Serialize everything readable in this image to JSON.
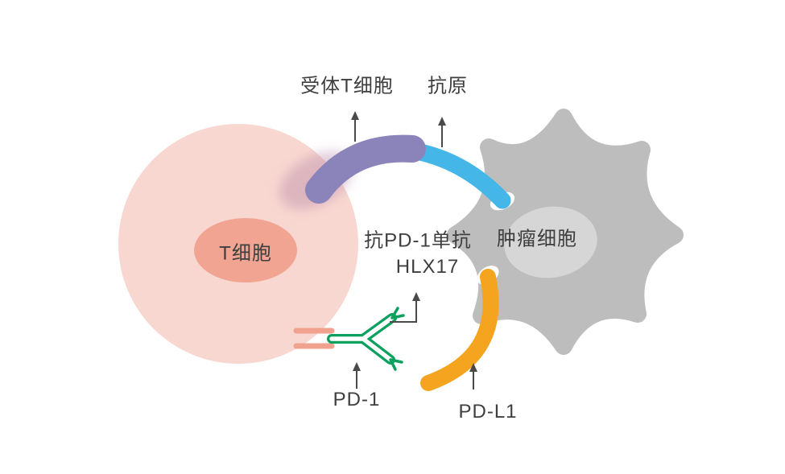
{
  "diagram": {
    "title": "PD-1 / PD-L1 antibody mechanism diagram",
    "labels": {
      "receptor": "受体T细胞",
      "antigen": "抗原",
      "antibody_line1": "抗PD-1单抗",
      "antibody_line2": "HLX17",
      "tumor_cell": "肿瘤细胞",
      "t_cell": "T细胞",
      "pd1": "PD-1",
      "pdl1": "PD-L1"
    },
    "colors": {
      "background": "#ffffff",
      "t_cell_body": "#f8d7d1",
      "t_cell_nucleus": "#f2a492",
      "contact_glow": "#b07fa0",
      "receptor_purple": "#8a84ba",
      "antigen_blue": "#45b6e8",
      "tumor_gray": "#bdbdbd",
      "tumor_inner": "#d6d6d6",
      "pdl1_orange": "#f5a41f",
      "antibody_green": "#0ca05e",
      "pd1_salmon": "#f0a28f",
      "socket_white": "#ffffff",
      "text": "#3e3e3e",
      "arrow": "#4a4a4a"
    }
  }
}
